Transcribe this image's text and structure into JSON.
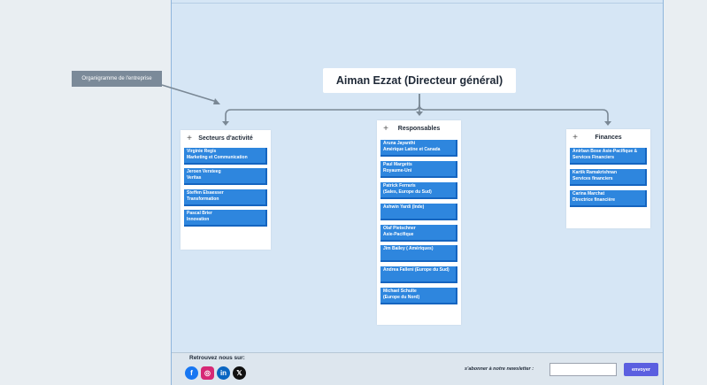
{
  "tag_label": "Organigramme de l'entreprise",
  "root_title": "Aiman Ezzat (Directeur général)",
  "columns": [
    {
      "title": "Secteurs d'activité",
      "items": [
        {
          "line1": "Virginie Regis",
          "line2": "Marketing et Communication"
        },
        {
          "line1": "Jeroen Versteeg",
          "line2": "Veritas"
        },
        {
          "line1": "Steffen Elsaesser",
          "line2": "Transformation"
        },
        {
          "line1": "Pascal Brier",
          "line2": "Innovation"
        }
      ]
    },
    {
      "title": "Responsables",
      "items": [
        {
          "line1": "Aruna Jayanthi",
          "line2": "Amérique Latine et Canada"
        },
        {
          "line1": "Paul Margetts",
          "line2": "Royaume-Uni"
        },
        {
          "line1": "Patrick Ferraris",
          "line2": "(Sales, Europe du Sud)"
        },
        {
          "line1": "Ashwin Yardi  (Inde)",
          "line2": ""
        },
        {
          "line1": "Olaf Pietschner",
          "line2": "Asie-Pacifique"
        },
        {
          "line1": "Jim Bailey ( Amériques)",
          "line2": ""
        },
        {
          "line1": "Andrea Falleni (Europe du Sud)",
          "line2": ""
        },
        {
          "line1": "Michael Schulte",
          "line2": "(Europe du Nord)"
        }
      ]
    },
    {
      "title": "Finances",
      "items": [
        {
          "line1": "Anirban Bose Asie-Pacifique &",
          "line2": "Services Financiers"
        },
        {
          "line1": "Kartik Ramakrishnan",
          "line2": "Services financiers"
        },
        {
          "line1": "Carina Marchat",
          "line2": "Directrice financière"
        }
      ]
    }
  ],
  "footer": {
    "find_us": "Retrouvez nous sur:",
    "socials": [
      "facebook-icon",
      "instagram-icon",
      "linkedin-icon",
      "x-icon"
    ],
    "newsletter_label": "s'abonner à notre newsletter :",
    "newsletter_value": "",
    "newsletter_button": "envoyer"
  },
  "colors": {
    "canvas": "#d6e6f5",
    "item": "#2e86de",
    "tag": "#7b8a99",
    "button": "#5b5fe0"
  }
}
